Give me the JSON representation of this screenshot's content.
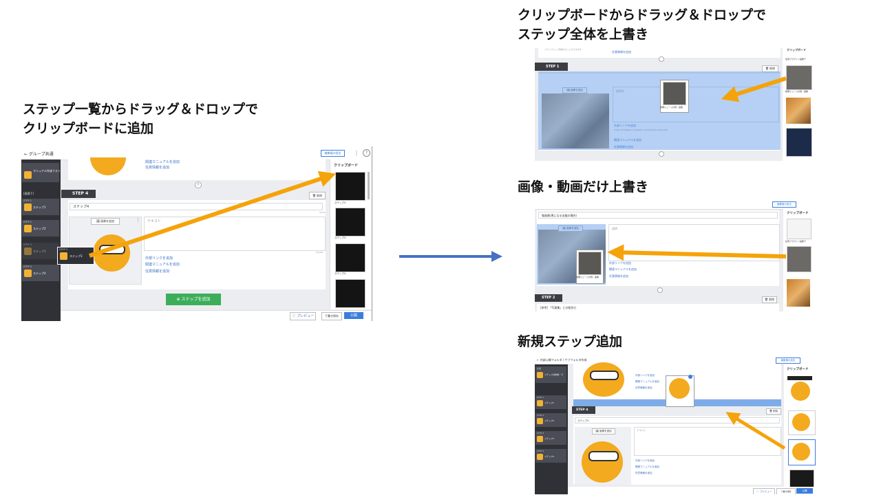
{
  "captions": {
    "left": "ステップ一覧からドラッグ＆ドロップで\nクリップボードに追加",
    "top_right": "クリップボードからドラッグ＆ドロップで\nステップ全体を上書き",
    "mid_right": "画像・動画だけ上書き",
    "bottom_right": "新規ステップ追加"
  },
  "left_shot": {
    "back_label": "←  グループ共通",
    "top_button": "編集権の設定",
    "clipboard_title": "クリップボード",
    "sidebar": {
      "section1": "共通",
      "item1": "マニュアル作成フスト",
      "section2": "[基礎下]",
      "steps": [
        {
          "num": "STEP 1",
          "label": "ステップ1"
        },
        {
          "num": "STEP 2",
          "label": "ステップ2"
        },
        {
          "num": "STEP 3",
          "label": "ステップ3"
        },
        {
          "num": "STEP 4",
          "label": "ステップ4"
        }
      ]
    },
    "links_top": [
      "関連マニュアルを追加",
      "任意情報を追加"
    ],
    "step_tag": "STEP 4",
    "delete_label": "削除",
    "title_field": "ステップ4",
    "image_button": "画像を追加",
    "text_placeholder": "テキスト",
    "counter": "0/100",
    "counter2": "0/1000",
    "links": [
      "外部リンクを追加",
      "関連マニュアルを追加",
      "任意情報を追加"
    ],
    "drag_ghost": {
      "num": "STEP 3",
      "label": "ステップ3"
    },
    "add_step": "ステップを追加",
    "clip_labels": [
      "ステップ4",
      "ステップ4",
      "ステップ4"
    ],
    "preview": "プレビュー",
    "save_draft": "下書き保存",
    "publish": "公開"
  },
  "top_shot": {
    "header_hint": "ステップとして登録することができます",
    "link": "任意情報を追加",
    "step_tag": "STEP 1",
    "delete_label": "削除",
    "image_button": "画像を追加",
    "text_label": "説明文",
    "dragged_caption": "説明ミュージの例・画像",
    "links": [
      "外部リンクを追加",
      "関連マニュアルを追加",
      "任意情報を追加"
    ],
    "url": "https://images.unsplash.com/photo-example",
    "clip_title": "クリップボード",
    "clip_labels": [
      "任意プラグイン画像デ",
      "説明ミュージの例・画像"
    ]
  },
  "mid_shot": {
    "top_button": "編集権の設定",
    "title_field": "猫画像(黒になる出猫の場合)",
    "image_button": "画像を追加",
    "text_label": "説明",
    "dragged_caption": "説明ミュージの例・画像",
    "links": [
      "外部リンクを追加",
      "関連マニュアルを追加",
      "任意情報を追加"
    ],
    "step_tag": "STEP 2",
    "delete_label": "削除",
    "bottom_text": "[参考] 「写真集」との組合せ",
    "clip_title": "クリップボード",
    "clip_labels": [
      "任意プラグイン画像デ"
    ]
  },
  "bot_shot": {
    "breadcrumb": "←  内部公開フォルダ / サブフォルダ作成",
    "top_button": "編集権の設定",
    "clip_title": "クリップボード",
    "sidebar": {
      "section1": "共通",
      "item1": "ステップの新規・ラ",
      "steps": [
        {
          "num": "STEP 1",
          "label": "ステップ1"
        },
        {
          "num": "STEP 2",
          "label": "ステップ2"
        },
        {
          "num": "STEP 3",
          "label": "ステップ3"
        },
        {
          "num": "STEP 4",
          "label": "ステップ4"
        }
      ]
    },
    "links_top": [
      "外部リンクを追加",
      "関連マニュアルを追加",
      "任意情報を追加"
    ],
    "step_tag": "STEP 4",
    "delete_label": "削除",
    "title_field": "ステップ4",
    "image_button": "画像を追加",
    "text_placeholder": "テキスト",
    "links": [
      "外部リンクを追加",
      "関連マニュアルを追加",
      "任意情報を追加"
    ],
    "preview": "プレビュー",
    "save_draft": "下書き保存",
    "publish": "公開"
  },
  "colors": {
    "arrow_orange": "#f5a30a",
    "arrow_blue": "#4472c4",
    "sidebar_dark": "#2f3136",
    "publish_blue": "#3b7ddd",
    "add_green": "#3cae5a",
    "drop_overlay": "#5a96e6"
  }
}
